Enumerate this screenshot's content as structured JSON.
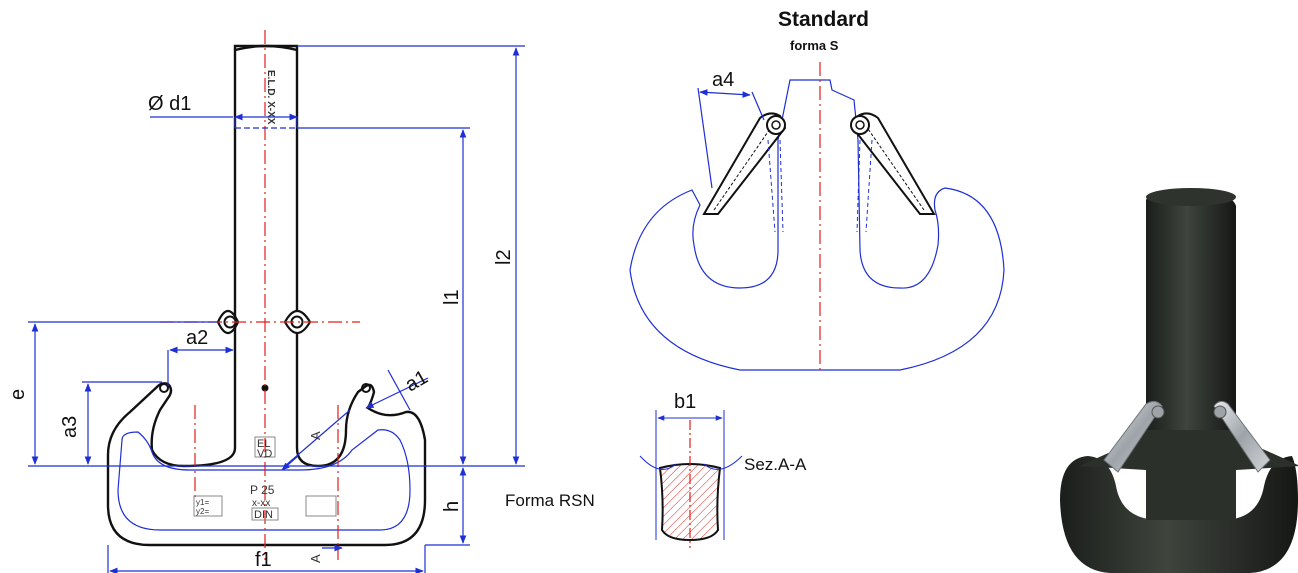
{
  "header": {
    "title": "Standard",
    "subtitle": "forma S"
  },
  "front_view": {
    "dimension_labels": {
      "d1": "Ø d1",
      "a2": "a2",
      "a1": "a1",
      "a3": "a3",
      "e": "e",
      "l1": "l1",
      "l2": "l2",
      "h": "h",
      "f1": "f1"
    },
    "section_markers": {
      "top": "A",
      "bottom": "A"
    },
    "shank_marking": "E.L.D. X-XX",
    "body_markings": {
      "logo_top": "EL",
      "logo_bottom": "VD",
      "load_line1": "P 25",
      "load_line2": "x-xx",
      "standard": "DIN",
      "plate_line1": "y1=",
      "plate_line2": "y2="
    }
  },
  "top_right_view": {
    "dimension_labels": {
      "a4": "a4"
    }
  },
  "section_view": {
    "dimension_labels": {
      "b1": "b1"
    },
    "section_label": "Sez.A-A",
    "form_label": "Forma RSN"
  },
  "colors": {
    "outline": "#111111",
    "dimension": "#1f2fd6",
    "centerline": "#e0201c",
    "hook_body": "#2a2d28",
    "latch": "#b8bdc2"
  }
}
